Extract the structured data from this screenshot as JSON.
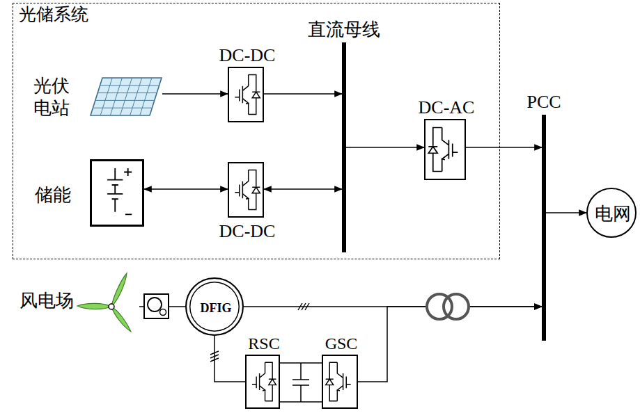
{
  "diagram": {
    "nodes": [
      {
        "text": [
          "光储系统"
        ]
      },
      {
        "text": [
          "光伏 电站"
        ],
        "in": 0
      },
      {
        "text": [
          "DC-DC"
        ],
        "in": 0
      },
      {
        "text": [
          "储能"
        ],
        "in": 0
      },
      {
        "text": [
          "DC-DC"
        ],
        "in": 0
      },
      {
        "text": [
          "直流母线"
        ],
        "in": 0
      },
      {
        "text": [
          "DC-AC"
        ],
        "in": 0
      },
      {
        "text": [
          "PCC"
        ]
      },
      {
        "text": [
          "电网"
        ]
      },
      {
        "text": [
          "风电场"
        ]
      },
      {
        "text": [
          "DFIG"
        ]
      },
      {
        "text": [
          "RSC"
        ]
      },
      {
        "text": [
          "GSC"
        ]
      }
    ],
    "edges": [
      {
        "from": 1,
        "to": 2,
        "arrow": "to"
      },
      {
        "from": 2,
        "to": 5,
        "arrow": "to"
      },
      {
        "from": 3,
        "to": 4,
        "arrow": "both"
      },
      {
        "from": 4,
        "to": 5,
        "arrow": "both"
      },
      {
        "from": 5,
        "to": 6,
        "arrow": "to"
      },
      {
        "from": 6,
        "to": 7,
        "arrow": "to"
      },
      {
        "from": 7,
        "to": 8,
        "arrow": "to"
      },
      {
        "from": 9,
        "to": 10,
        "arrow": "none"
      },
      {
        "from": 10,
        "to": 7,
        "arrow": "to"
      },
      {
        "from": 10,
        "to": 11,
        "arrow": "none"
      },
      {
        "from": 11,
        "to": 12,
        "arrow": "none"
      },
      {
        "from": 12,
        "to": 7,
        "arrow": "to"
      }
    ]
  }
}
